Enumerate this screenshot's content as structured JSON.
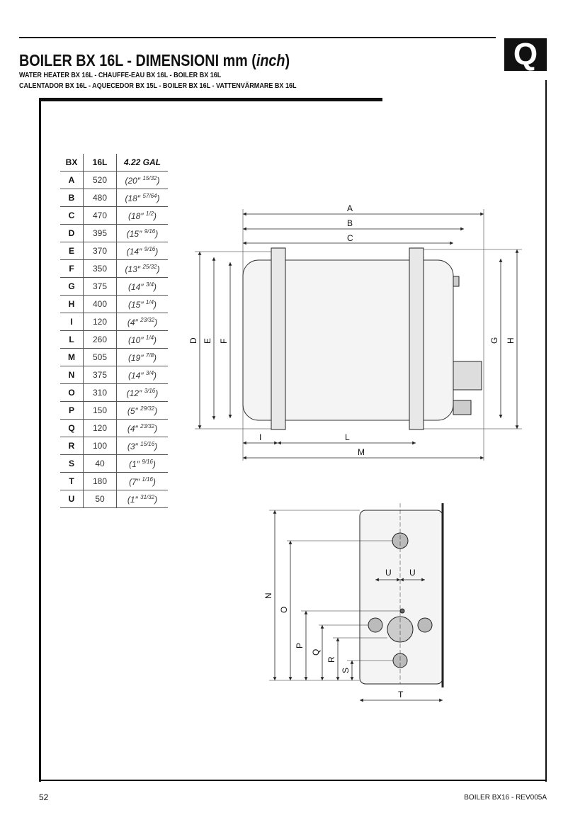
{
  "header": {
    "title_main": "BOILER BX 16L - DIMENSIONI mm (",
    "title_italic": "inch",
    "title_end": ")",
    "subtitle_1": "WATER HEATER BX 16L - CHAUFFE-EAU BX 16L - BOILER BX 16L",
    "subtitle_2": "CALENTADOR BX 16L - AQUECEDOR BX 15L - BOILER BX 16L - VATTENVÄRMARE BX 16L",
    "logo_letter": "Q"
  },
  "table": {
    "headers": [
      "BX",
      "16L",
      "4.22 GAL"
    ],
    "rows": [
      [
        "A",
        "520",
        "20",
        "15/32"
      ],
      [
        "B",
        "480",
        "18",
        "57/64"
      ],
      [
        "C",
        "470",
        "18",
        "1/2"
      ],
      [
        "D",
        "395",
        "15",
        "9/16"
      ],
      [
        "E",
        "370",
        "14",
        "9/16"
      ],
      [
        "F",
        "350",
        "13",
        "25/32"
      ],
      [
        "G",
        "375",
        "14",
        "3/4"
      ],
      [
        "H",
        "400",
        "15",
        "1/4"
      ],
      [
        "I",
        "120",
        "4",
        "23/32"
      ],
      [
        "L",
        "260",
        "10",
        "1/4"
      ],
      [
        "M",
        "505",
        "19",
        "7/8"
      ],
      [
        "N",
        "375",
        "14",
        "3/4"
      ],
      [
        "O",
        "310",
        "12",
        "3/16"
      ],
      [
        "P",
        "150",
        "5",
        "29/32"
      ],
      [
        "Q",
        "120",
        "4",
        "23/32"
      ],
      [
        "R",
        "100",
        "3",
        "15/16"
      ],
      [
        "S",
        "40",
        "1",
        "9/16"
      ],
      [
        "T",
        "180",
        "7",
        "1/16"
      ],
      [
        "U",
        "50",
        "1",
        "31/32"
      ]
    ]
  },
  "diagram_labels": {
    "A": "A",
    "B": "B",
    "C": "C",
    "D": "D",
    "E": "E",
    "F": "F",
    "G": "G",
    "H": "H",
    "I": "I",
    "L": "L",
    "M": "M",
    "N": "N",
    "O": "O",
    "P": "P",
    "Q": "Q",
    "R": "R",
    "S": "S",
    "T": "T",
    "U1": "U",
    "U2": "U"
  },
  "footer": {
    "page_number": "52",
    "doc_ref": "BOILER BX16 - REV005A"
  }
}
